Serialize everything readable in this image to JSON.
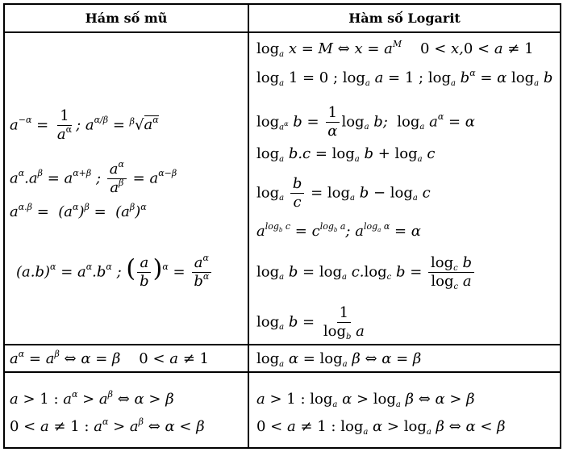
{
  "headers": {
    "left": "Hám số mũ",
    "right": "Hàm số Logarit"
  },
  "left": {
    "f1": "a^{-α} = 1/a^α ; a^{α/β} = ᵝ√(a^α)",
    "f2": "a^α.a^β = a^{α+β} ; a^α/a^β = a^{α−β}",
    "f3": "a^{α.β} = (a^α)^β = (a^β)^α",
    "f4": "(a.b)^α = a^α.b^α ; (a/b)^α = a^α/b^α",
    "eq": "a^α = a^β ⇔ α = β    0 < a ≠ 1",
    "ineq1": "a > 1 : a^α > a^β ⇔ α > β",
    "ineq2": "0 < a ≠ 1 : a^α > a^β ⇔ α < β"
  },
  "right": {
    "f1": "log_a x = M ⇔ x = a^M    0 < x, 0 < a ≠ 1",
    "f2": "log_a 1 = 0 ; log_a a = 1 ; log_a b^α = α log_a b",
    "f3": "log_{a^α} b = (1/α) log_a b ;  log_a a^α = α",
    "f4": "log_a b.c = log_a b + log_a c",
    "f5": "log_a (b/c) = log_a b − log_a c",
    "f6": "a^{log_b c} = c^{log_b a} ; a^{log_a α} = α",
    "f7": "log_a b = log_a c . log_c b = log_c b / log_c a",
    "f8": "log_a b = 1 / log_b a",
    "eq": "log_a α = log_a β ⇔ α = β",
    "ineq1": "a > 1 : log_a α > log_a β ⇔ α > β",
    "ineq2": "0 < a ≠ 1 : log_a α > log_a β ⇔ α < β"
  }
}
